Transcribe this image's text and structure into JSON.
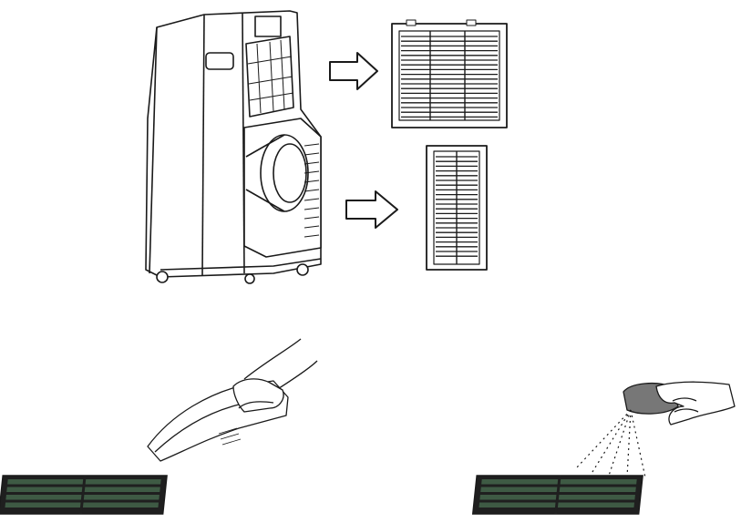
{
  "figure": {
    "panels": [
      {
        "id": "unit-with-filters",
        "icon": "portable-air-conditioner-icon"
      },
      {
        "id": "upper-filter",
        "icon": "filter-panel-icon"
      },
      {
        "id": "lower-filter",
        "icon": "filter-panel-icon"
      },
      {
        "id": "vacuum-cleaning",
        "icon": "vacuum-cleaner-icon"
      },
      {
        "id": "washing",
        "icon": "spray-bottle-icon"
      }
    ],
    "colors": {
      "line": "#1a1a1a",
      "filter_dark": "#1f1f1f",
      "filter_green": "#3e5a44",
      "spray_head": "#777777"
    }
  }
}
